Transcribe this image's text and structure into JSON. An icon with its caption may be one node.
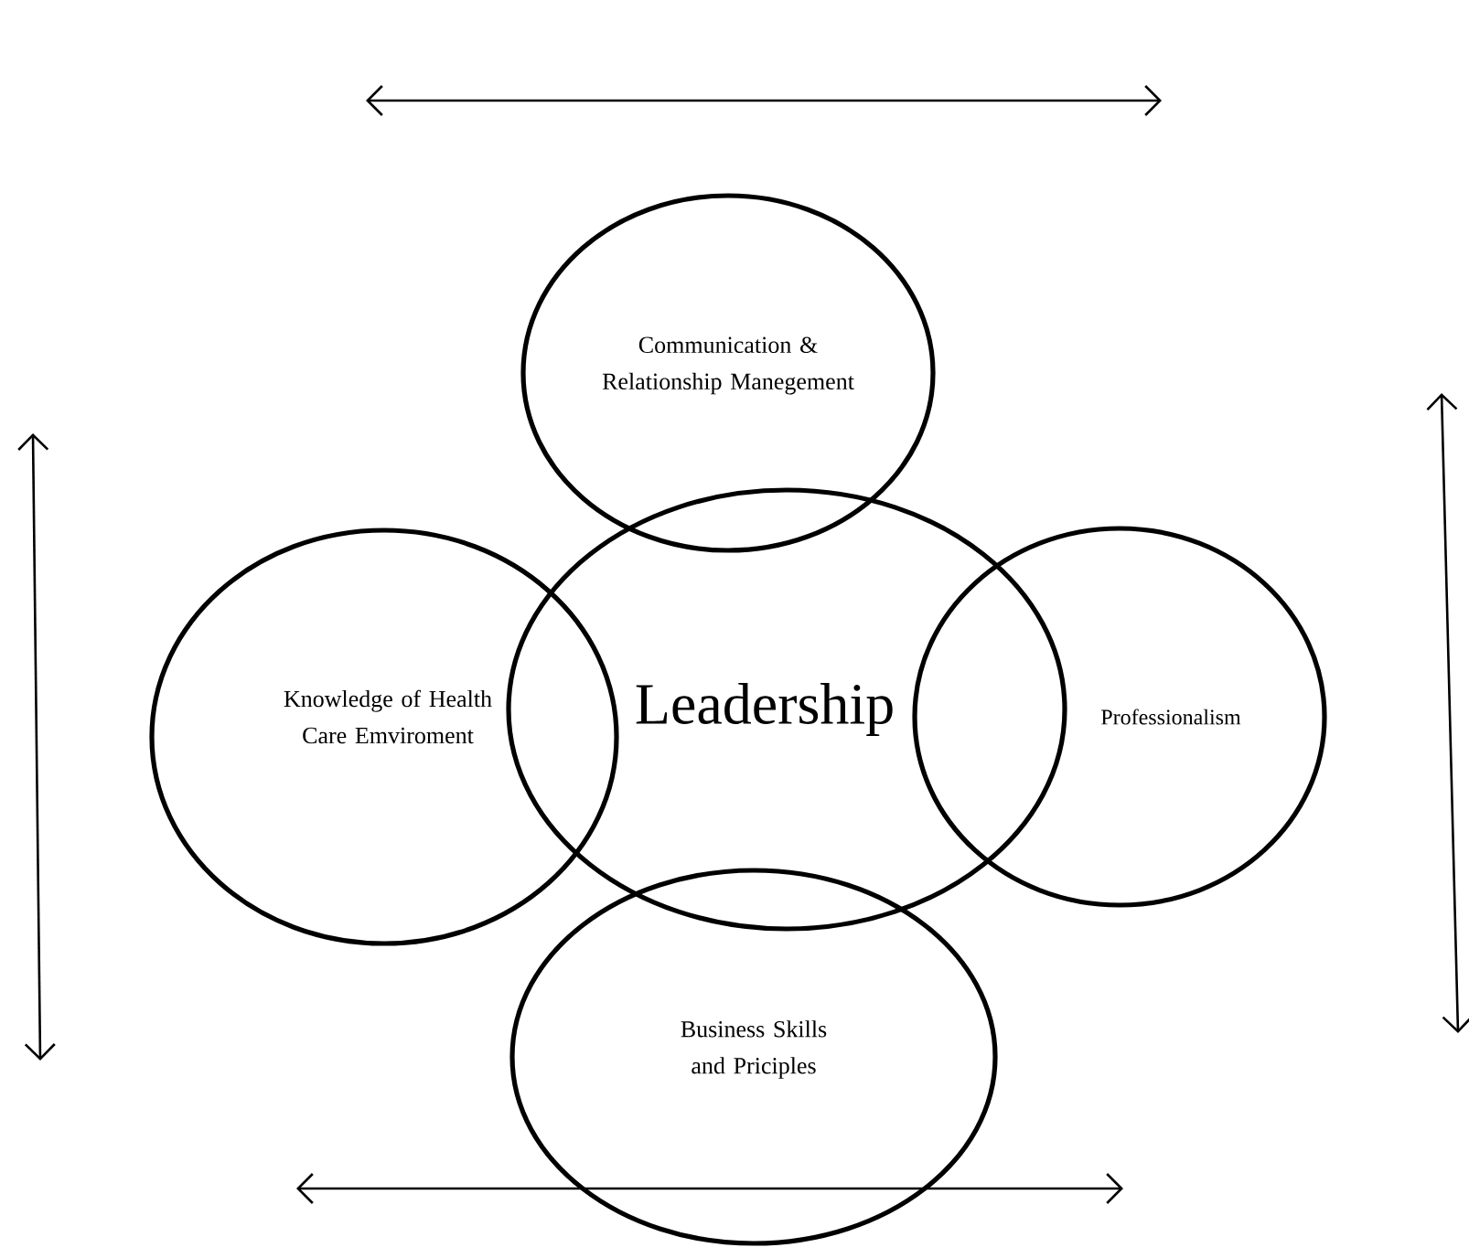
{
  "diagram": {
    "nodes": [
      {
        "text": [
          "Communication & Relationship Manegement"
        ]
      },
      {
        "text": [
          "Knowledge of Health Care Emviroment"
        ]
      },
      {
        "text": [
          "Leadership"
        ]
      },
      {
        "text": [
          "Professionalism"
        ]
      },
      {
        "text": [
          "Business Skills and Priciples"
        ]
      }
    ]
  }
}
